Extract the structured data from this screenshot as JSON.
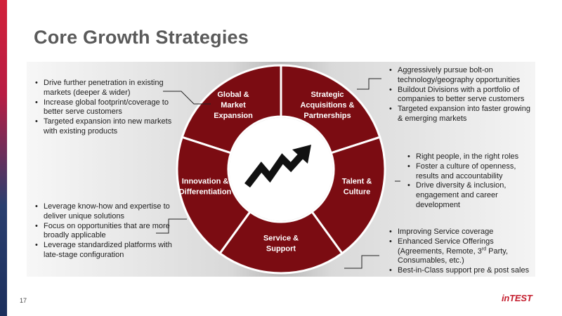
{
  "slide": {
    "title": "Core Growth Strategies",
    "page_number": "17",
    "logo_text": "inTEST"
  },
  "colors": {
    "segment_red": "#7b0c12",
    "segment_border": "#ffffff",
    "arrow": "#111111",
    "title_gray": "#5a5a5a",
    "logo_red": "#c41e2e"
  },
  "wheel": {
    "segments": [
      {
        "id": "global",
        "lines": [
          "Global &",
          "Market",
          "Expansion"
        ]
      },
      {
        "id": "strategic",
        "lines": [
          "Strategic",
          "Acquisitions &",
          "Partnerships"
        ]
      },
      {
        "id": "talent",
        "lines": [
          "Talent &",
          "Culture"
        ]
      },
      {
        "id": "service",
        "lines": [
          "Service &",
          "Support"
        ]
      },
      {
        "id": "innovation",
        "lines": [
          "Innovation &",
          "Differentiation"
        ]
      }
    ],
    "center_icon": "growth-trend-arrow-icon"
  },
  "bullets": {
    "global": [
      "Drive further penetration in existing markets (deeper & wider)",
      "Increase global footprint/coverage to better serve customers",
      "Targeted expansion into new markets with existing products"
    ],
    "strategic": [
      "Aggressively pursue bolt-on technology/geography opportunities",
      "Buildout Divisions with a portfolio of companies to better serve customers",
      "Targeted expansion into faster growing & emerging markets"
    ],
    "talent": [
      "Right people, in the right roles",
      "Foster a culture of openness, results and accountability",
      "Drive diversity & inclusion, engagement and career development"
    ],
    "innovation": [
      "Leverage know-how and expertise to deliver unique solutions",
      "Focus on opportunities that are more broadly applicable",
      "Leverage standardized platforms with late-stage configuration"
    ],
    "service": [
      "Improving Service coverage",
      "Enhanced Service Offerings",
      "Best-in-Class support pre & post sales"
    ],
    "service_offering_detail": {
      "prefix": "(Agreements, Remote, 3",
      "superscript": "rd",
      "suffix": " Party, Consumables, etc.)"
    }
  }
}
